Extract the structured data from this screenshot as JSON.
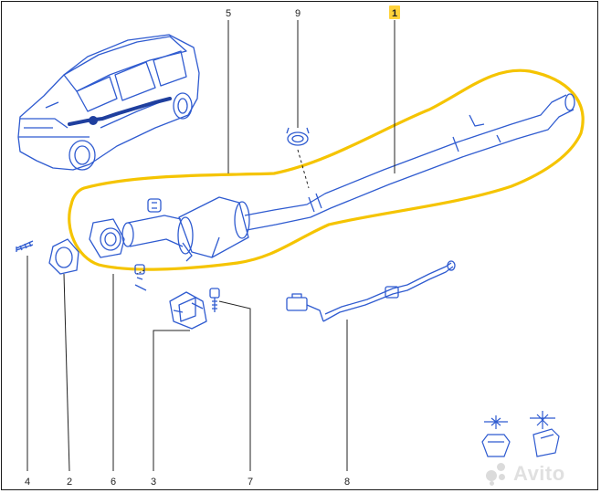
{
  "diagram": {
    "callouts": [
      {
        "id": "1",
        "label": "1",
        "highlighted": true
      },
      {
        "id": "2",
        "label": "2"
      },
      {
        "id": "3",
        "label": "3"
      },
      {
        "id": "4",
        "label": "4"
      },
      {
        "id": "5",
        "label": "5"
      },
      {
        "id": "6",
        "label": "6"
      },
      {
        "id": "7",
        "label": "7"
      },
      {
        "id": "8",
        "label": "8"
      },
      {
        "id": "9",
        "label": "9"
      }
    ],
    "colors": {
      "line_art": "#2f5bd0",
      "highlight_outline": "#f5c400",
      "callout_line": "#222222",
      "label_box": "#ffd23a"
    },
    "icons": [
      "car-icon",
      "exhaust-pipe",
      "catalytic-converter",
      "gasket",
      "sensor",
      "bracket",
      "bolt",
      "tightening-torque-icon"
    ]
  },
  "watermark": {
    "brand": "Avito"
  }
}
